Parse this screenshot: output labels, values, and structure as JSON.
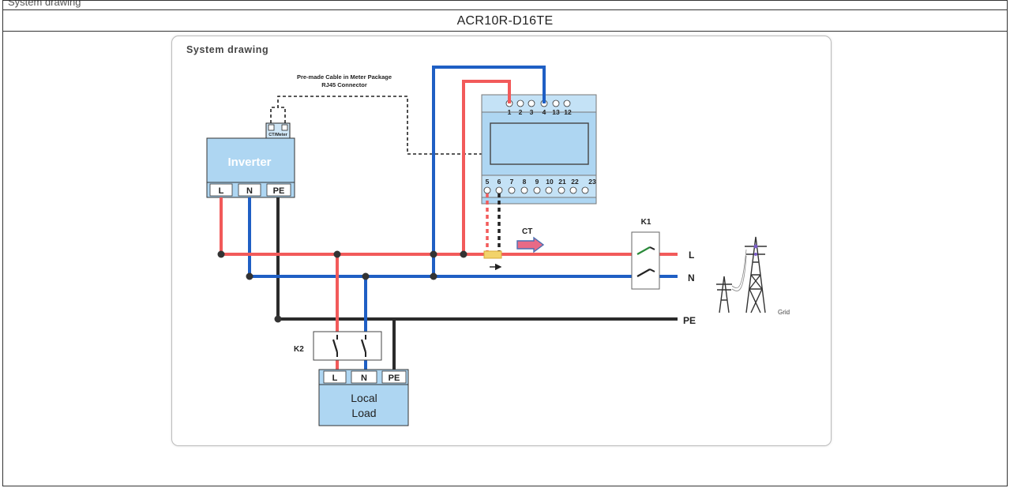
{
  "header": {
    "truncated_heading": "System drawing",
    "model_title": "ACR10R-D16TE"
  },
  "panel": {
    "title": "System drawing"
  },
  "connector": {
    "line1": "Pre-made Cable in Meter Package",
    "line2": "RJ45 Connector",
    "port_label": "CT/Meter"
  },
  "inverter": {
    "label": "Inverter",
    "terminals": [
      "L",
      "N",
      "PE"
    ]
  },
  "meter": {
    "top_terminals": [
      "1",
      "2",
      "3",
      "4",
      "13",
      "12"
    ],
    "bottom_terminals": [
      "5",
      "6",
      "7",
      "8",
      "9",
      "10",
      "21",
      "22",
      "23"
    ]
  },
  "ct": {
    "label": "CT"
  },
  "breakers": {
    "k1": "K1",
    "k2": "K2"
  },
  "lines": {
    "live": "L",
    "neutral": "N",
    "earth": "PE"
  },
  "grid": {
    "label": "Grid"
  },
  "load": {
    "line1": "Local",
    "line2": "Load",
    "terminals": [
      "L",
      "N",
      "PE"
    ]
  },
  "colors": {
    "live_wire": "#f25a5a",
    "neutral_wire": "#1f5fc4",
    "earth_wire": "#2b2b2b",
    "box_fill": "#aed6f2"
  }
}
